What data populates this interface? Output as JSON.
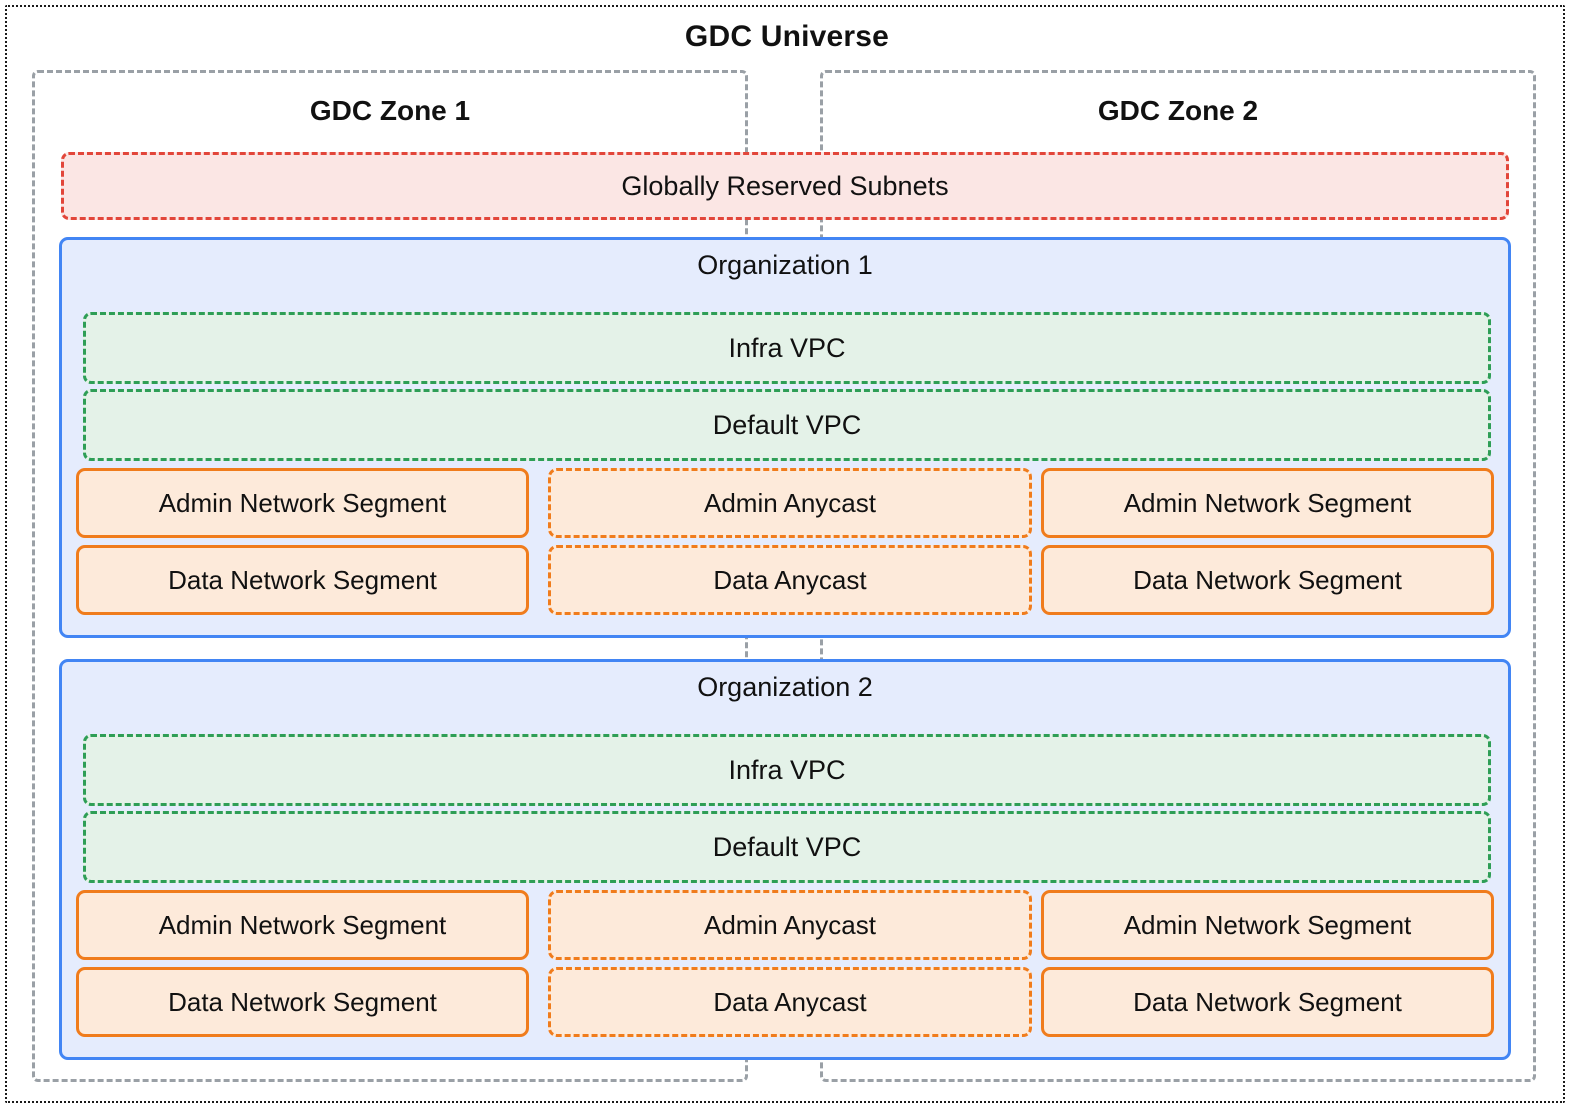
{
  "diagram": {
    "title": "GDC Universe",
    "zones": [
      {
        "label": "GDC Zone 1"
      },
      {
        "label": "GDC Zone 2"
      }
    ],
    "reserved_subnets": {
      "label": "Globally Reserved Subnets"
    },
    "organizations": [
      {
        "label": "Organization 1",
        "vpcs": [
          {
            "label": "Infra VPC"
          },
          {
            "label": "Default VPC"
          }
        ],
        "zone1_segments": [
          {
            "label": "Admin Network Segment"
          },
          {
            "label": "Data Network Segment"
          }
        ],
        "anycast": [
          {
            "label": "Admin Anycast"
          },
          {
            "label": "Data Anycast"
          }
        ],
        "zone2_segments": [
          {
            "label": "Admin Network Segment"
          },
          {
            "label": "Data Network Segment"
          }
        ]
      },
      {
        "label": "Organization 2",
        "vpcs": [
          {
            "label": "Infra VPC"
          },
          {
            "label": "Default VPC"
          }
        ],
        "zone1_segments": [
          {
            "label": "Admin Network Segment"
          },
          {
            "label": "Data Network Segment"
          }
        ],
        "anycast": [
          {
            "label": "Admin Anycast"
          },
          {
            "label": "Data Anycast"
          }
        ],
        "zone2_segments": [
          {
            "label": "Admin Network Segment"
          },
          {
            "label": "Data Network Segment"
          }
        ]
      }
    ],
    "colors": {
      "universe_border": "#1a1a1a",
      "zone_border": "#9aa0a6",
      "reserved_border": "#e2463a",
      "reserved_fill": "#fbe6e4",
      "org_border": "#4285f4",
      "org_fill": "#e5ecfd",
      "vpc_border": "#2e9e56",
      "vpc_fill": "#e4f2e8",
      "segment_border": "#f07c1c",
      "segment_fill": "#fdeada",
      "text": "#111111"
    }
  }
}
